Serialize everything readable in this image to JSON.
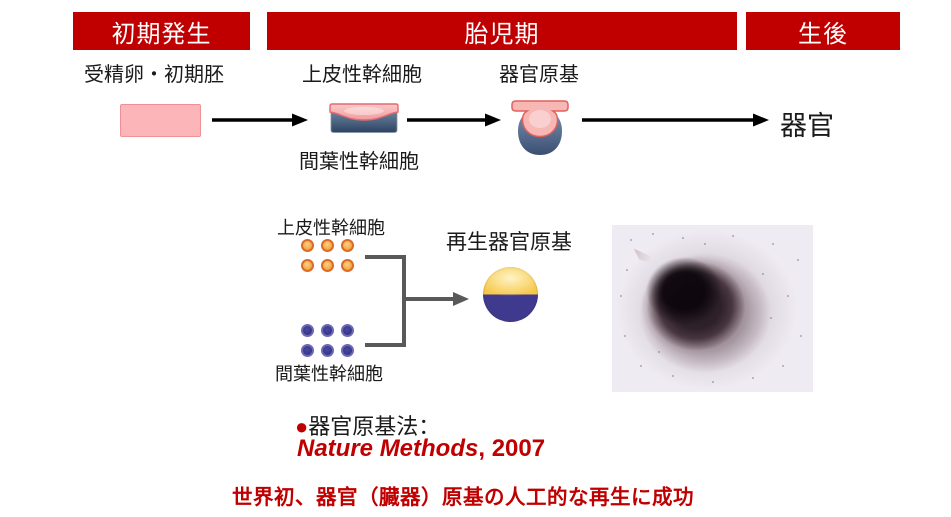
{
  "colors": {
    "accent_red": "#C00000",
    "bar_text": "#FFFFFF",
    "egg_pink_fill": "#FCB5B9",
    "egg_pink_border": "#EE9297",
    "epithelial_orange": "#F5A23C",
    "epithelial_orange_border": "#D96C2A",
    "mesenchymal_blue": "#34337F",
    "mesenchymal_blue_border": "#6A69B5",
    "sphere_top_gold": "#F6C84A",
    "sphere_bottom_indigo": "#403A8E",
    "bracket_gray": "#595959",
    "arrow_black": "#000000"
  },
  "timeline": {
    "stages": [
      {
        "label": "初期発生"
      },
      {
        "label": "胎児期"
      },
      {
        "label": "生後"
      }
    ]
  },
  "development_flow": {
    "fertilized_egg_label": "受精卵・初期胚",
    "epithelial_stem_cell_label": "上皮性幹細胞",
    "organ_germ_label": "器官原基",
    "mesenchymal_stem_cell_label": "間葉性幹細胞",
    "organ_label": "器官"
  },
  "regeneration": {
    "epithelial_stem_cell_label": "上皮性幹細胞",
    "mesenchymal_stem_cell_label": "間葉性幹細胞",
    "regenerated_organ_germ_label": "再生器官原基"
  },
  "caption": {
    "bullet": "●",
    "method_label": "器官原基法：",
    "journal": "Nature Methods",
    "journal_suffix": ", 2007"
  },
  "footer": {
    "tagline": "世界初、器官（臓器）原基の人工的な再生に成功"
  }
}
